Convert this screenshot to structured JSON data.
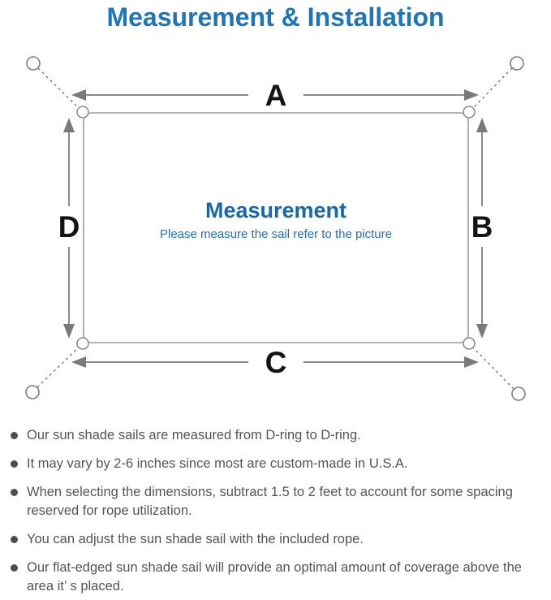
{
  "title": "Measurement & Installation",
  "diagram": {
    "labels": {
      "top": "A",
      "right": "B",
      "bottom": "C",
      "left": "D"
    },
    "center_title": "Measurement",
    "center_subtitle": "Please measure the sail refer to the picture"
  },
  "notes": {
    "items": [
      "Our sun shade sails are measured from D-ring to D-ring.",
      "It may vary by 2-6 inches since most are custom-made in U.S.A.",
      "When selecting the dimensions, subtract 1.5 to 2 feet to account for some spacing reserved for rope utilization.",
      "You can adjust the sun shade sail with the included rope.",
      "Our flat-edged sun shade sail will provide an optimal amount of coverage above the area it’ s placed."
    ]
  },
  "colors": {
    "title_blue": "#1b76bd",
    "center_blue": "#1767ae",
    "line_gray": "#8a8a8a",
    "text_gray": "#545454"
  }
}
